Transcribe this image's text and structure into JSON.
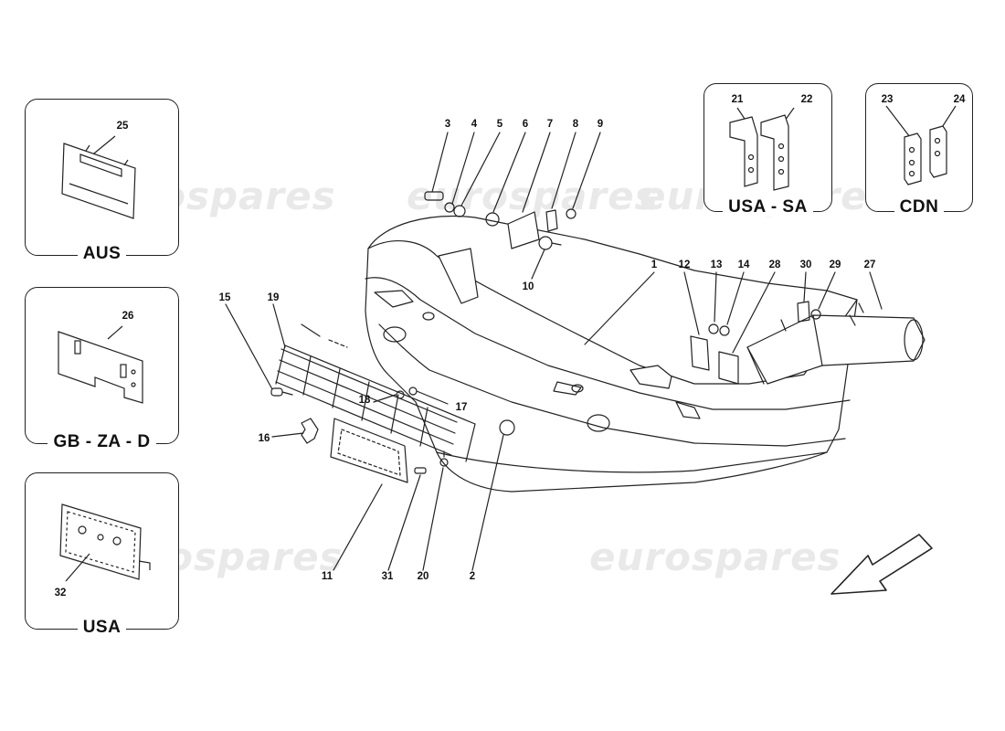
{
  "watermark": "eurospares",
  "panels": {
    "aus": {
      "caption": "AUS",
      "part": "25"
    },
    "gb": {
      "caption": "GB - ZA - D",
      "part": "26"
    },
    "usa": {
      "caption": "USA",
      "part": "32"
    },
    "usa_sa": {
      "caption": "USA - SA",
      "parts": [
        "21",
        "22"
      ]
    },
    "cdn": {
      "caption": "CDN",
      "parts": [
        "23",
        "24"
      ]
    }
  },
  "callouts": [
    "1",
    "2",
    "3",
    "4",
    "5",
    "6",
    "7",
    "8",
    "9",
    "10",
    "11",
    "12",
    "13",
    "14",
    "15",
    "16",
    "17",
    "18",
    "19",
    "20",
    "27",
    "28",
    "29",
    "30",
    "31"
  ]
}
